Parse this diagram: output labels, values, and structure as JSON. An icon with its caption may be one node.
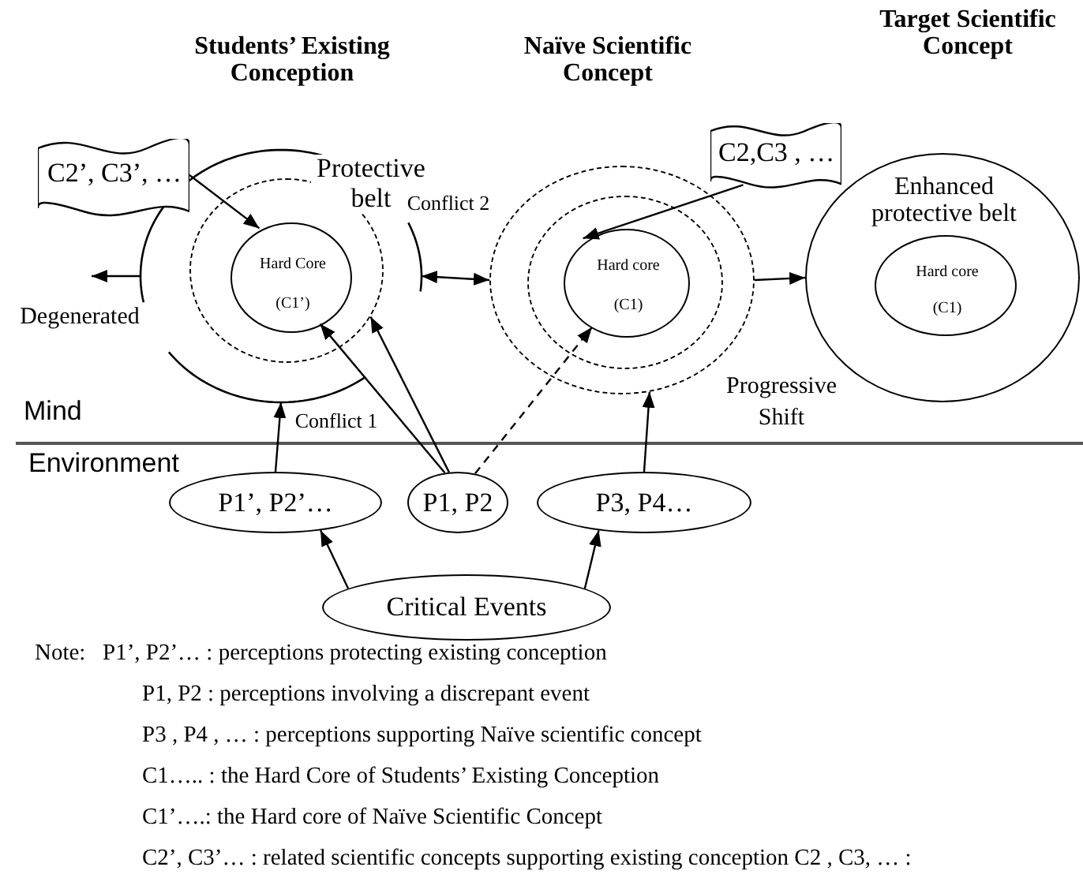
{
  "diagram": {
    "nodes": [
      {
        "text": [],
        "shape": "circle",
        "beside": [
          "Students’ Existing Conception"
        ]
      },
      {
        "text": [
          "Protective belt"
        ],
        "in": 0
      },
      {
        "text": [
          "Hard Core",
          "(C1’)"
        ],
        "in": 1
      },
      {
        "text": [],
        "shape": "circle"
      },
      {
        "text": [],
        "shape": "circle",
        "in": 3
      },
      {
        "text": [
          "Hard core",
          "(C1)"
        ],
        "in": 4
      },
      {
        "text": [
          "Enhanced protective belt"
        ],
        "beside": [
          "Target Scientific Concept"
        ]
      },
      {
        "text": [
          "Hard core",
          "(C1)"
        ],
        "in": 6
      },
      {
        "text": [
          "C2’, C3’, …"
        ]
      },
      {
        "text": [
          "C2,C3 , …"
        ]
      },
      {
        "text": [
          "P1’, P2’…"
        ]
      },
      {
        "text": [
          "P1, P2"
        ]
      },
      {
        "text": [
          "P3, P4…"
        ]
      },
      {
        "text": [
          "Critical Events"
        ]
      }
    ],
    "edges": [
      {
        "from": 8,
        "to": 2,
        "arrow": "to"
      },
      {
        "from": 0,
        "to": 3,
        "arrow": "both",
        "label": "Conflict 2"
      },
      {
        "from": 11,
        "to": 2,
        "arrow": "to",
        "label": "Conflict 1"
      },
      {
        "from": 11,
        "to": 1,
        "arrow": "to"
      },
      {
        "from": 10,
        "to": 0,
        "arrow": "to"
      },
      {
        "from": 11,
        "to": 5,
        "arrow": "to",
        "style": "dashed"
      },
      {
        "from": 12,
        "to": 3,
        "arrow": "to"
      },
      {
        "from": 9,
        "to": 5,
        "arrow": "to"
      },
      {
        "from": 3,
        "to": 6,
        "arrow": "to",
        "label": "Progressive Shift"
      },
      {
        "from": 13,
        "to": 10,
        "arrow": "to"
      },
      {
        "from": 13,
        "to": 12,
        "arrow": "to"
      },
      {
        "from": 0,
        "to": null,
        "arrow": "to",
        "label": "Degenerated"
      }
    ],
    "labels": [
      "Naïve Scientific Concept",
      "Mind",
      "Environment",
      "Note:",
      "P1’, P2’… : perceptions protecting existing conception",
      "P1, P2 : perceptions involving a discrepant event",
      "P3 , P4 , … : perceptions supporting Naïve scientific concept",
      "C1….. : the Hard Core of Students’ Existing Conception",
      "C1’….: the Hard core of Naïve Scientific Concept",
      "C2’, C3’… : related scientific concepts supporting existing conception C2 , C3, … :"
    ]
  }
}
